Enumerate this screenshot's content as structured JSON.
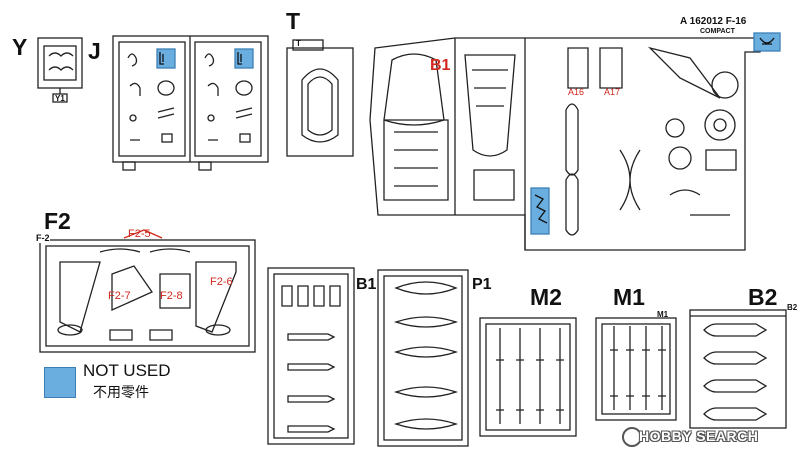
{
  "labels": {
    "y": "Y",
    "j": "J",
    "t": "T",
    "f2": "F2",
    "b1": "B1",
    "p1": "P1",
    "m2": "M2",
    "m1": "M1",
    "b2": "B2",
    "b1_kit": "B1",
    "kit_code": "A 162012 F-16",
    "kit_sub": "COMPACT",
    "a16": "A16",
    "a17": "A17",
    "f2_tab": "F-2",
    "f2_5": "F2-5",
    "f2_6": "F2-6",
    "f2_7": "F2-7",
    "f2_8": "F2-8",
    "y1": "Y1",
    "t_tab": "T",
    "m1_tab": "M1",
    "b2_tab": "B2"
  },
  "legend": {
    "line1": "NOT USED",
    "line2": "不用零件",
    "color": "#6aaee0"
  },
  "watermark": {
    "text": "HOBBY SEARCH"
  }
}
